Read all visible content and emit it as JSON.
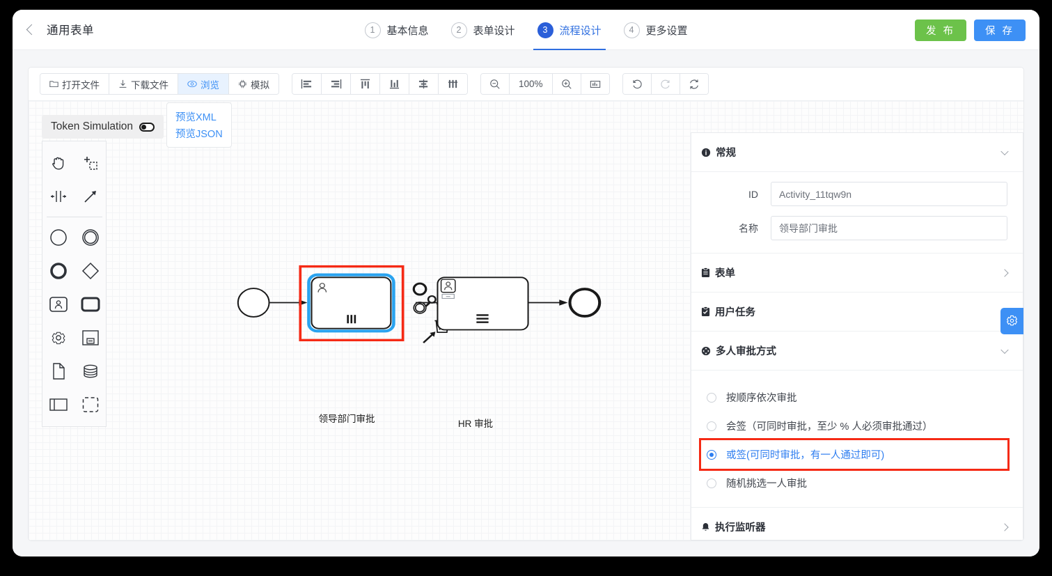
{
  "header": {
    "back_icon": "chevron-left-icon",
    "title": "通用表单",
    "steps": [
      {
        "num": "1",
        "label": "基本信息",
        "active": false
      },
      {
        "num": "2",
        "label": "表单设计",
        "active": false
      },
      {
        "num": "3",
        "label": "流程设计",
        "active": true
      },
      {
        "num": "4",
        "label": "更多设置",
        "active": false
      }
    ],
    "publish_label": "发 布",
    "save_label": "保 存",
    "publish_color": "#6cc24a",
    "save_color": "#3d90f5"
  },
  "toolbar": {
    "file_group": [
      {
        "label": "打开文件",
        "icon": "folder-open-icon",
        "active": false
      },
      {
        "label": "下载文件",
        "icon": "download-icon",
        "active": false
      },
      {
        "label": "浏览",
        "icon": "eye-icon",
        "active": true
      },
      {
        "label": "模拟",
        "icon": "simulate-icon",
        "active": false
      }
    ],
    "align_group": [
      {
        "icon": "align-left-icon"
      },
      {
        "icon": "align-right-icon"
      },
      {
        "icon": "align-top-icon"
      },
      {
        "icon": "align-bottom-icon"
      },
      {
        "icon": "align-center-horizontal-icon"
      },
      {
        "icon": "distribute-icon"
      }
    ],
    "zoom_group": {
      "zoom_out_icon": "zoom-out-icon",
      "zoom_level": "100%",
      "zoom_in_icon": "zoom-in-icon",
      "fit_icon": "fit-viewport-icon"
    },
    "history_group": [
      {
        "icon": "undo-icon",
        "disabled": false
      },
      {
        "icon": "redo-icon",
        "disabled": true
      },
      {
        "icon": "reset-icon",
        "disabled": false
      }
    ]
  },
  "canvas": {
    "token_simulation": {
      "label": "Token Simulation",
      "toggle_icon": "toggle-switch-icon"
    },
    "preview_links": [
      {
        "label": "预览XML"
      },
      {
        "label": "预览JSON"
      }
    ],
    "palette": [
      {
        "icon": "hand-tool-icon"
      },
      {
        "icon": "lasso-tool-icon"
      },
      {
        "icon": "space-tool-icon"
      },
      {
        "icon": "connect-tool-icon"
      },
      {
        "icon": "start-event-icon"
      },
      {
        "icon": "intermediate-event-icon"
      },
      {
        "icon": "end-event-icon"
      },
      {
        "icon": "gateway-icon"
      },
      {
        "icon": "user-task-icon"
      },
      {
        "icon": "task-icon"
      },
      {
        "icon": "subprocess-gear-icon"
      },
      {
        "icon": "collapsed-subprocess-icon"
      },
      {
        "icon": "data-object-icon"
      },
      {
        "icon": "data-store-icon"
      },
      {
        "icon": "participant-icon"
      },
      {
        "icon": "group-icon"
      }
    ],
    "diagram": {
      "start_event": {
        "name": "start-event"
      },
      "task_1": {
        "label": "领导部门审批",
        "marker": "parallel-multi-instance",
        "selected": true
      },
      "task_2": {
        "label": "HR 审批",
        "marker": "sequential-multi-instance",
        "selected": false
      },
      "end_event": {
        "name": "end-event"
      },
      "context_pad": [
        {
          "icon": "append-end-event-icon"
        },
        {
          "icon": "append-gateway-icon"
        },
        {
          "icon": "append-intermediate-event-icon"
        },
        {
          "icon": "append-task-icon"
        },
        {
          "icon": "wrench-icon"
        },
        {
          "icon": "trash-icon"
        },
        {
          "icon": "connect-arrow-icon"
        }
      ]
    }
  },
  "properties": {
    "general": {
      "icon": "info-icon",
      "title": "常规",
      "expanded": true,
      "fields": [
        {
          "label": "ID",
          "value": "Activity_11tqw9n",
          "name": "id-field"
        },
        {
          "label": "名称",
          "value": "领导部门审批",
          "name": "name-field"
        }
      ]
    },
    "sections": [
      {
        "icon": "form-icon",
        "title": "表单",
        "expanded": false
      },
      {
        "icon": "user-task-icon",
        "title": "用户任务",
        "expanded": false
      }
    ],
    "multi_approval": {
      "icon": "multi-approval-icon",
      "title": "多人审批方式",
      "expanded": true,
      "options": [
        {
          "label": "按顺序依次审批",
          "selected": false,
          "highlighted": false
        },
        {
          "label": "会签（可同时审批，至少 % 人必须审批通过）",
          "selected": false,
          "highlighted": false
        },
        {
          "label": "或签(可同时审批，有一人通过即可)",
          "selected": true,
          "highlighted": true
        },
        {
          "label": "随机挑选一人审批",
          "selected": false,
          "highlighted": false
        }
      ],
      "highlight_color": "#f52a15",
      "accent_color": "#2f7ef0"
    },
    "listener": {
      "icon": "bell-icon",
      "title": "执行监听器",
      "expanded": false
    }
  },
  "gear_tab": {
    "icon": "gear-icon"
  }
}
